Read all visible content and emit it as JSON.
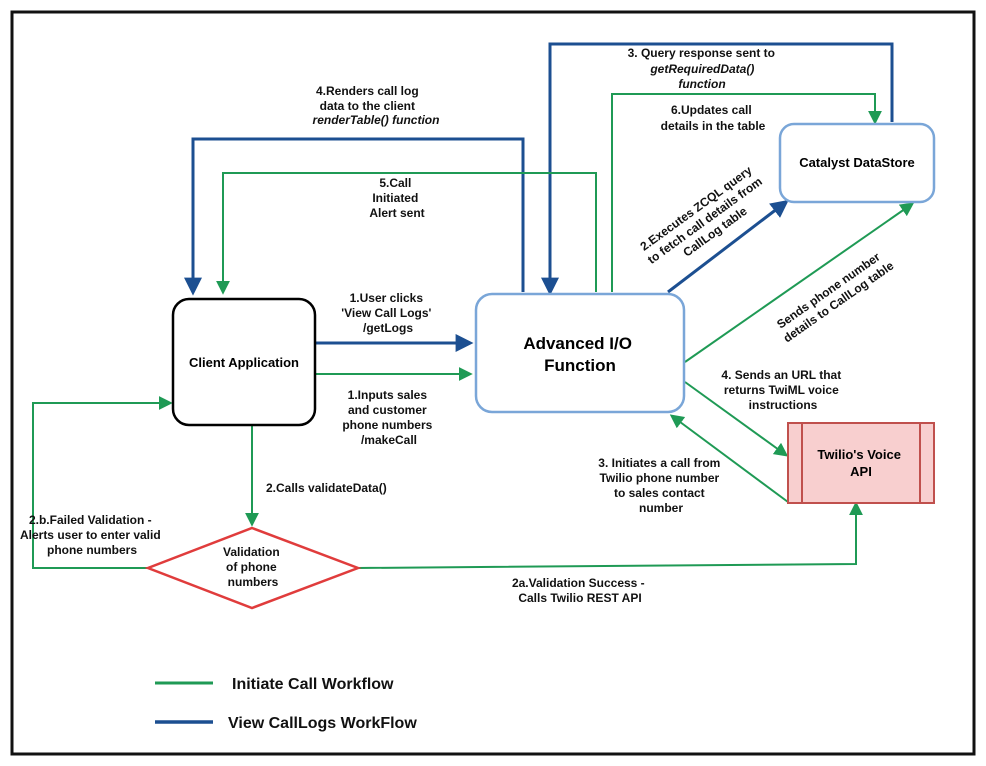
{
  "colors": {
    "green": "#1f9a55",
    "blue": "#1c4f91",
    "node_border_blue": "#7aa6d8",
    "twilio_fill": "#f8cfcf",
    "twilio_border": "#c0504d",
    "diamond_border": "#e03c3c"
  },
  "nodes": {
    "client": "Client Application",
    "advanced": [
      "Advanced I/O",
      "Function"
    ],
    "datastore": "Catalyst DataStore",
    "twilio": [
      "Twilio's Voice",
      "API"
    ],
    "validation": [
      "Validation",
      "of phone",
      "numbers"
    ]
  },
  "edges": {
    "renders": [
      "4.Renders call log",
      "data to the client",
      "renderTable() function"
    ],
    "query_response": [
      "3. Query response sent to",
      "getRequiredData()",
      "function"
    ],
    "updates": [
      "6.Updates call",
      "details in the table"
    ],
    "call_initiated": [
      "5.Call",
      "Initiated",
      "Alert sent"
    ],
    "executes": [
      "2.Executes ZCQL query",
      "to fetch call details from",
      "CallLog table"
    ],
    "sends_phone": [
      "Sends phone number",
      "details to CallLog table"
    ],
    "user_clicks": [
      "1.User clicks",
      "'View Call Logs'",
      "/getLogs"
    ],
    "inputs": [
      "1.Inputs sales",
      "and customer",
      "phone numbers",
      "/makeCall"
    ],
    "sends_url": [
      "4. Sends an URL that",
      "returns TwiML voice",
      "instructions"
    ],
    "initiates": [
      "3. Initiates a call from",
      "Twilio phone number",
      "to sales contact",
      "number"
    ],
    "validate": "2.Calls validateData()",
    "failed": [
      "2.b.Failed Validation -",
      "Alerts user to enter valid",
      "phone numbers"
    ],
    "success": [
      "2a.Validation Success -",
      "Calls Twilio REST API"
    ]
  },
  "legend": {
    "initiate": "Initiate Call Workflow",
    "view": "View CallLogs WorkFlow"
  }
}
